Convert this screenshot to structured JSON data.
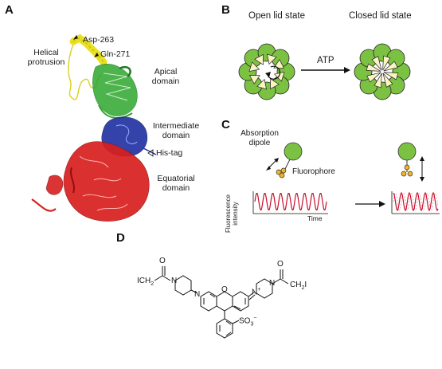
{
  "panels": {
    "A": "A",
    "B": "B",
    "C": "C",
    "D": "D"
  },
  "panel_a": {
    "helical_protrusion": [
      "Helical",
      "protrusion"
    ],
    "asp_label": "Asp-263",
    "gln_label": "Gln-271",
    "apical_domain": [
      "Apical",
      "domain"
    ],
    "intermediate_domain": [
      "Intermediate",
      "domain"
    ],
    "his_tag": "His-tag",
    "equatorial_domain": [
      "Equatorial",
      "domain"
    ],
    "colors": {
      "helical": "#e8e020",
      "apical": "#2fa62f",
      "intermediate": "#1f2fa0",
      "equatorial": "#d81f1f"
    }
  },
  "panel_b": {
    "open_title": "Open lid state",
    "closed_title": "Closed lid state",
    "arrow_label": "ATP",
    "colors": {
      "subunit": "#7cc242",
      "lid": "#fbf3c4"
    }
  },
  "panel_c": {
    "absorption_dipole": [
      "Absorption",
      "dipole"
    ],
    "fluorophore": "Fluorophore",
    "ylabel": [
      "Fluorescence",
      "intensity"
    ],
    "xlabel": "Time",
    "colors": {
      "wave": "#c8102e",
      "protein": "#7cc242",
      "fluor": "#f0b429"
    }
  },
  "panel_d": {
    "left_group": "ICH",
    "left_group_sub": "2",
    "right_group": "CH",
    "right_group_sub": "2",
    "right_group_end": "I",
    "sulfonate": "SO",
    "sulfonate_sub": "3",
    "sulfonate_sup": "−",
    "nplus": "N",
    "nplus_sup": "+",
    "oxygen": "O",
    "nitrogen": "N"
  }
}
